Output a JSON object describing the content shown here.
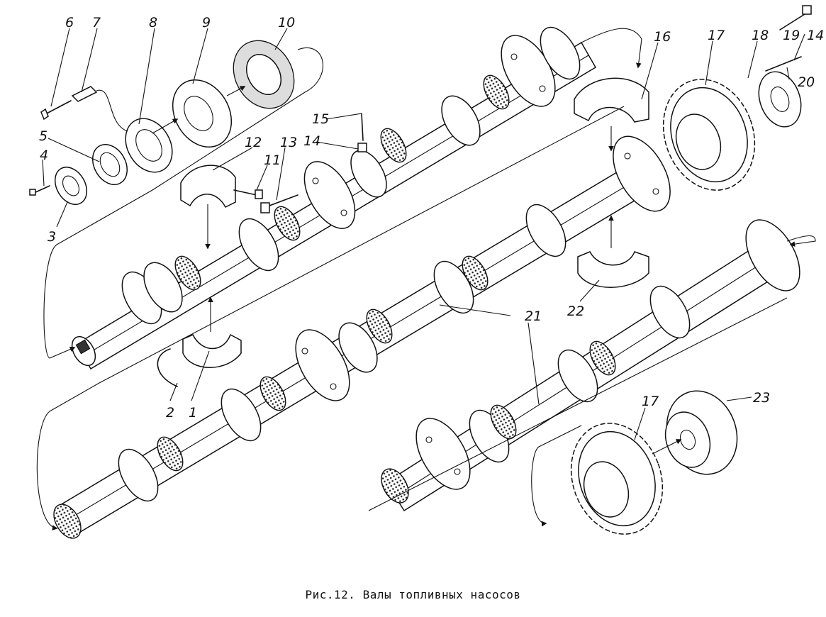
{
  "caption": "Рис.12. Валы топливных насосов",
  "callouts": [
    "1",
    "2",
    "3",
    "4",
    "5",
    "6",
    "7",
    "8",
    "9",
    "10",
    "11",
    "12",
    "13",
    "14",
    "15",
    "16",
    "17",
    "18",
    "19",
    "20",
    "21",
    "22",
    "23"
  ],
  "labels": {
    "l1": "1",
    "l2": "2",
    "l3": "3",
    "l4": "4",
    "l5": "5",
    "l6": "6",
    "l7": "7",
    "l8": "8",
    "l9": "9",
    "l10": "10",
    "l11": "11",
    "l12": "12",
    "l13": "13",
    "l14a": "14",
    "l14b": "14",
    "l15": "15",
    "l16": "16",
    "l17a": "17",
    "l17b": "17",
    "l18": "18",
    "l19": "19",
    "l20": "20",
    "l21": "21",
    "l22": "22",
    "l23": "23"
  }
}
